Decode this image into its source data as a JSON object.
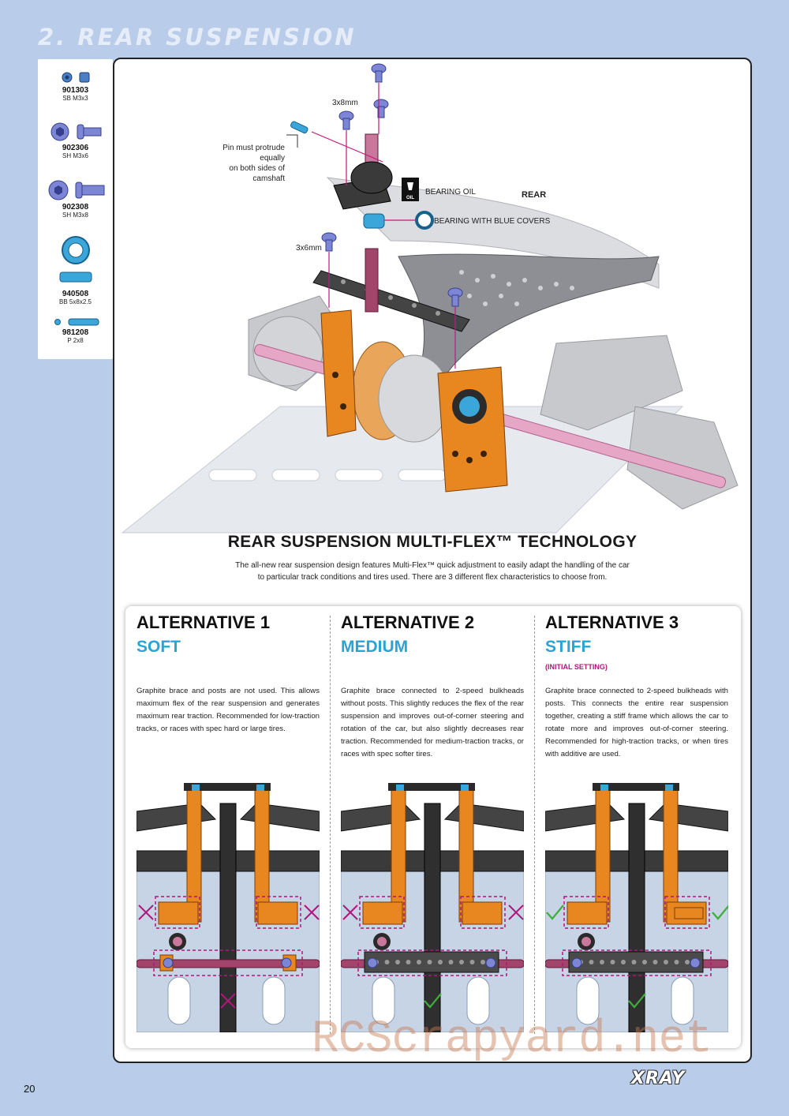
{
  "section_title": "2. REAR SUSPENSION",
  "parts": [
    {
      "code": "901303",
      "spec": "SB M3x3"
    },
    {
      "code": "902306",
      "spec": "SH M3x6"
    },
    {
      "code": "902308",
      "spec": "SH M3x8"
    },
    {
      "code": "940508",
      "spec": "BB 5x8x2.5"
    },
    {
      "code": "981208",
      "spec": "P 2x8"
    }
  ],
  "callouts": {
    "screw_3x8": "3x8mm",
    "screw_3x6": "3x6mm",
    "pin_note_1": "Pin must protrude equally",
    "pin_note_2": "on both sides of camshaft",
    "bearing_oil": "BEARING OIL",
    "bearing_covers": "BEARING WITH BLUE COVERS",
    "rear": "REAR",
    "oil_icon_text": "OIL"
  },
  "heading": "REAR SUSPENSION MULTI-FLEX™ TECHNOLOGY",
  "intro": "The all-new rear suspension design features Multi-Flex™ quick adjustment to easily adapt the handling of the car to particular track conditions and tires used. There are 3 different flex characteristics to choose from.",
  "alternatives": [
    {
      "title": "ALTERNATIVE 1",
      "subtitle": "SOFT",
      "note": "",
      "description": "Graphite brace and posts are not used. This allows maximum flex of the rear suspension and generates maximum rear traction. Recommended for low-traction tracks, or races with spec hard or large tires.",
      "side_marks": "cross",
      "center_mark": "cross"
    },
    {
      "title": "ALTERNATIVE 2",
      "subtitle": "MEDIUM",
      "note": "",
      "description": "Graphite brace connected to 2-speed bulkheads without posts. This slightly reduces the flex of the rear suspension and improves out-of-corner steering and rotation of the car, but also slightly decreases rear traction. Recommended for medium-traction tracks, or races with spec softer tires.",
      "side_marks": "cross",
      "center_mark": "check"
    },
    {
      "title": "ALTERNATIVE 3",
      "subtitle": "STIFF",
      "note": "(INITIAL SETTING)",
      "description": "Graphite brace connected to 2-speed bulkheads with posts. This connects the entire rear suspension together, creating a stiff frame which allows the car to rotate more and improves out-of-corner steering. Recommended for high-traction tracks, or when tires with additive are used.",
      "side_marks": "check",
      "center_mark": "check"
    }
  ],
  "page_number": "20",
  "brand": "XRAY",
  "watermark": "RCScrapyard.net",
  "colors": {
    "page_bg": "#b9cdea",
    "accent_blue": "#2aa3d5",
    "magenta": "#b0177a",
    "orange": "#e8861f",
    "check_green": "#3cae3a"
  }
}
